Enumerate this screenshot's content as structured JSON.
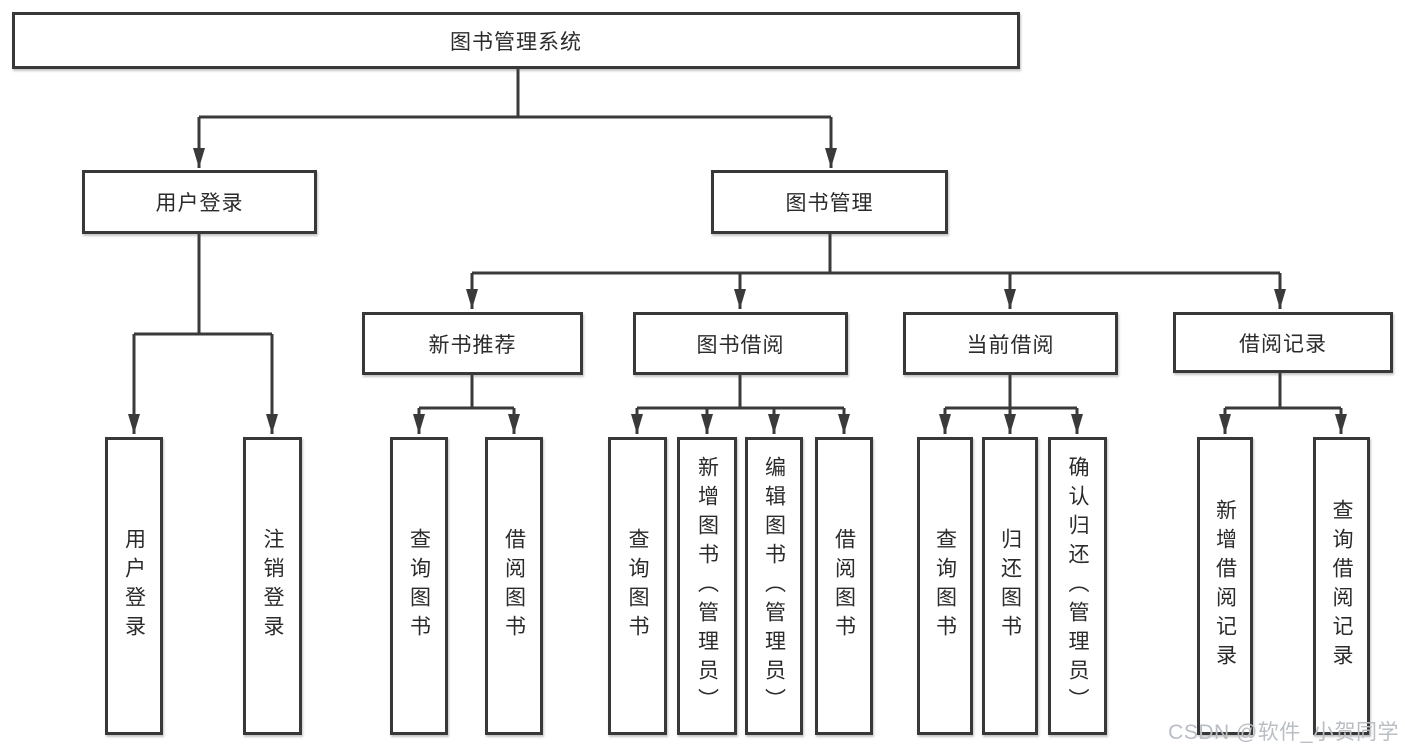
{
  "diagram": {
    "title": "图书管理系统",
    "root": {
      "label": "图书管理系统"
    },
    "level2": [
      {
        "id": "user-login",
        "label": "用户登录"
      },
      {
        "id": "book-management",
        "label": "图书管理"
      }
    ],
    "level3": [
      {
        "id": "new-book-recommend",
        "parent": "图书管理",
        "label": "新书推荐"
      },
      {
        "id": "book-borrow",
        "parent": "图书管理",
        "label": "图书借阅"
      },
      {
        "id": "current-borrow",
        "parent": "图书管理",
        "label": "当前借阅"
      },
      {
        "id": "borrow-records",
        "parent": "图书管理",
        "label": "借阅记录"
      }
    ],
    "leaves": [
      {
        "parent": "用户登录",
        "label": "用户登录"
      },
      {
        "parent": "用户登录",
        "label": "注销登录"
      },
      {
        "parent": "新书推荐",
        "label": "查询图书"
      },
      {
        "parent": "新书推荐",
        "label": "借阅图书"
      },
      {
        "parent": "图书借阅",
        "label": "查询图书"
      },
      {
        "parent": "图书借阅",
        "label": "新增图书（管理员）"
      },
      {
        "parent": "图书借阅",
        "label": "编辑图书（管理员）"
      },
      {
        "parent": "图书借阅",
        "label": "借阅图书"
      },
      {
        "parent": "当前借阅",
        "label": "查询图书"
      },
      {
        "parent": "当前借阅",
        "label": "归还图书"
      },
      {
        "parent": "当前借阅",
        "label": "确认归还（管理员）"
      },
      {
        "parent": "借阅记录",
        "label": "新增借阅记录"
      },
      {
        "parent": "借阅记录",
        "label": "查询借阅记录"
      }
    ]
  },
  "watermark": {
    "text": "CSDN @软件_小贺同学",
    "color": "#b9bec4"
  },
  "colors": {
    "line": "#3a3a3a",
    "border": "#383838",
    "text": "#2b2b2b",
    "background": "#ffffff"
  }
}
